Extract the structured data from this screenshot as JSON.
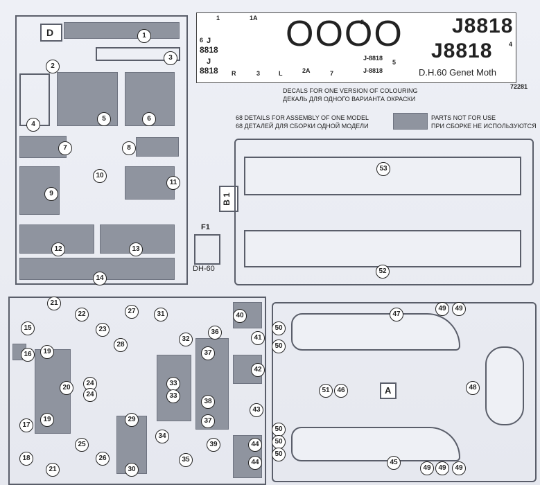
{
  "sheet": {
    "model_code": "72281",
    "model_name": "D.H.60 Genet Moth",
    "decal_caption_en": "DECALS FOR ONE VERSION OF COLOURING",
    "decal_caption_ru": "ДЕКАЛЬ ДЛЯ ОДНОГО ВАРИАНТА ОКРАСКИ",
    "details_en": "68 DETAILS FOR ASSEMBLY OF ONE MODEL",
    "details_ru": "68 ДЕТАЛЕЙ ДЛЯ СБОРКИ ОДНОЙ МОДЕЛИ",
    "not_for_use_en": "PARTS NOT FOR USE",
    "not_for_use_ru": "ПРИ СБОРКЕ НЕ ИСПОЛЬЗУЮТСЯ"
  },
  "decals": {
    "reg_large_1": "J8818",
    "reg_large_2": "J8818",
    "reg_small_1": "J-8818",
    "reg_small_2": "J-8818",
    "reg_stack_top": "8818",
    "reg_stack_bottom": "8818",
    "reg_letter": "J",
    "reg_letter_2": "J",
    "n1": "1",
    "n1a": "1A",
    "n2": "2",
    "n2a": "2A",
    "n3": "3",
    "n4": "4",
    "n5": "5",
    "n6": "6",
    "n7": "7",
    "r": "R",
    "l": "L"
  },
  "sprues": {
    "d_label": "D",
    "b_label": "B 1",
    "a_label": "A",
    "f_label": "F1",
    "dh_label": "DH-60"
  },
  "parts_d": [
    "1",
    "2",
    "3",
    "4",
    "5",
    "6",
    "7",
    "8",
    "9",
    "10",
    "11",
    "12",
    "13",
    "14"
  ],
  "parts_b": [
    "53",
    "52"
  ],
  "parts_c": [
    "21",
    "22",
    "23",
    "15",
    "16",
    "19",
    "20",
    "24",
    "24",
    "19",
    "17",
    "18",
    "21",
    "25",
    "26",
    "27",
    "28",
    "29",
    "30",
    "31",
    "32",
    "33",
    "33",
    "34",
    "35",
    "36",
    "37",
    "37",
    "38",
    "39",
    "40",
    "41",
    "42",
    "43",
    "44",
    "44"
  ],
  "parts_a": [
    "47",
    "49",
    "49",
    "50",
    "50",
    "51",
    "46",
    "48",
    "50",
    "50",
    "50",
    "45",
    "49",
    "49",
    "49"
  ]
}
